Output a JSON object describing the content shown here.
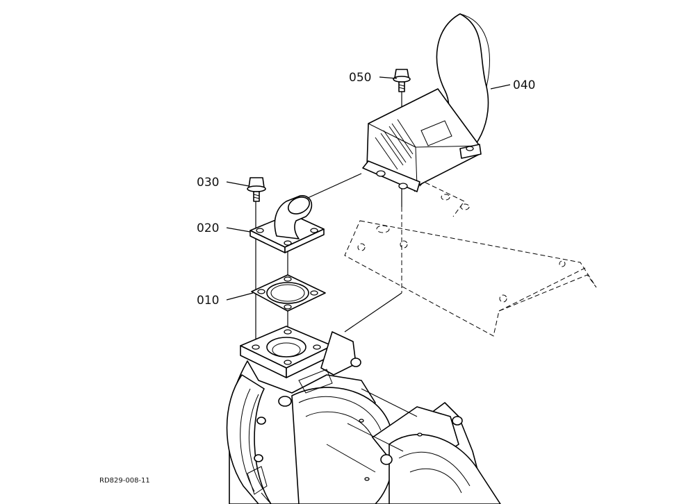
{
  "callouts": {
    "c010": "010",
    "c020": "020",
    "c030": "030",
    "c040": "040",
    "c050": "050"
  },
  "reference_code": "RD829-008-11"
}
